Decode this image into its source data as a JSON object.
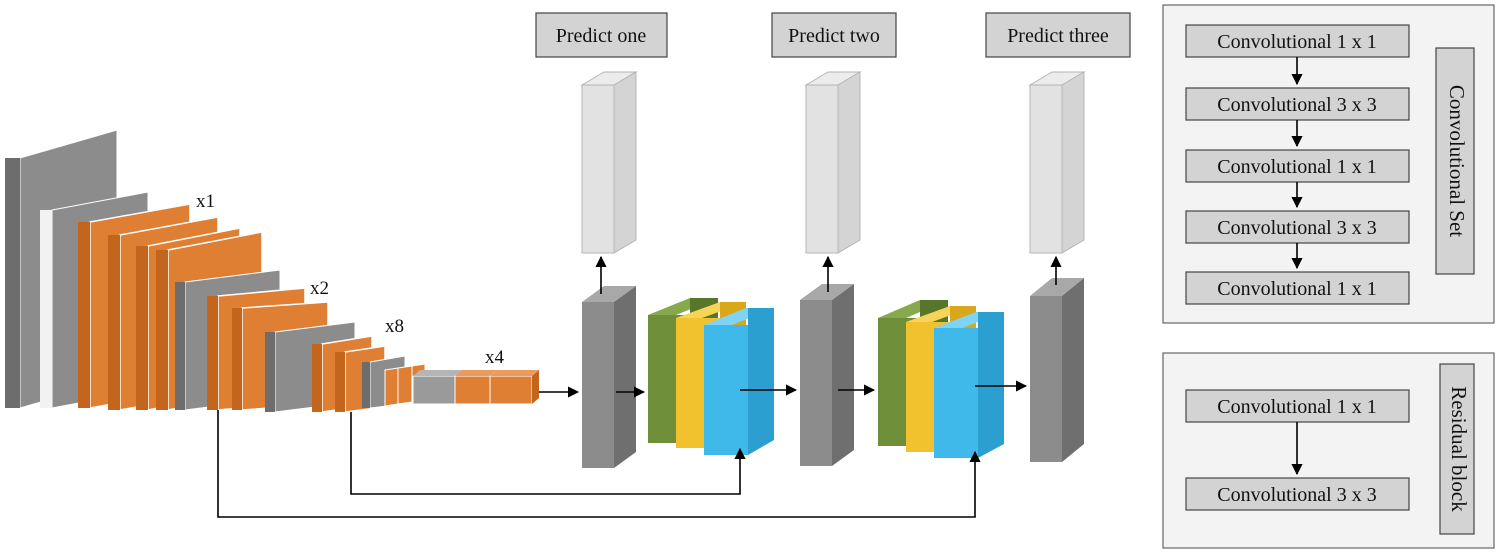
{
  "predict_labels": [
    "Predict one",
    "Predict two",
    "Predict three"
  ],
  "repeat_labels": {
    "r1": "x1",
    "r2": "x2",
    "r3": "x8",
    "r4": "x4"
  },
  "convolutional_set": {
    "title": "Convolutional Set",
    "layers": [
      "Convolutional 1 x 1",
      "Convolutional 3 x 3",
      "Convolutional 1 x 1",
      "Convolutional 3 x 3",
      "Convolutional 1 x 1"
    ]
  },
  "residual_block": {
    "title": "Residual block",
    "layers": [
      "Convolutional 1 x 1",
      "Convolutional 3 x 3"
    ]
  },
  "colors": {
    "gray_block": "#8c8c8c",
    "orange_block": "#de7f34",
    "green_block": "#6e8e3a",
    "yellow_block": "#f2c12e",
    "blue_block": "#3fb9ea",
    "light_block": "#dcdcdc",
    "box_fill": "#d3d3d3"
  }
}
